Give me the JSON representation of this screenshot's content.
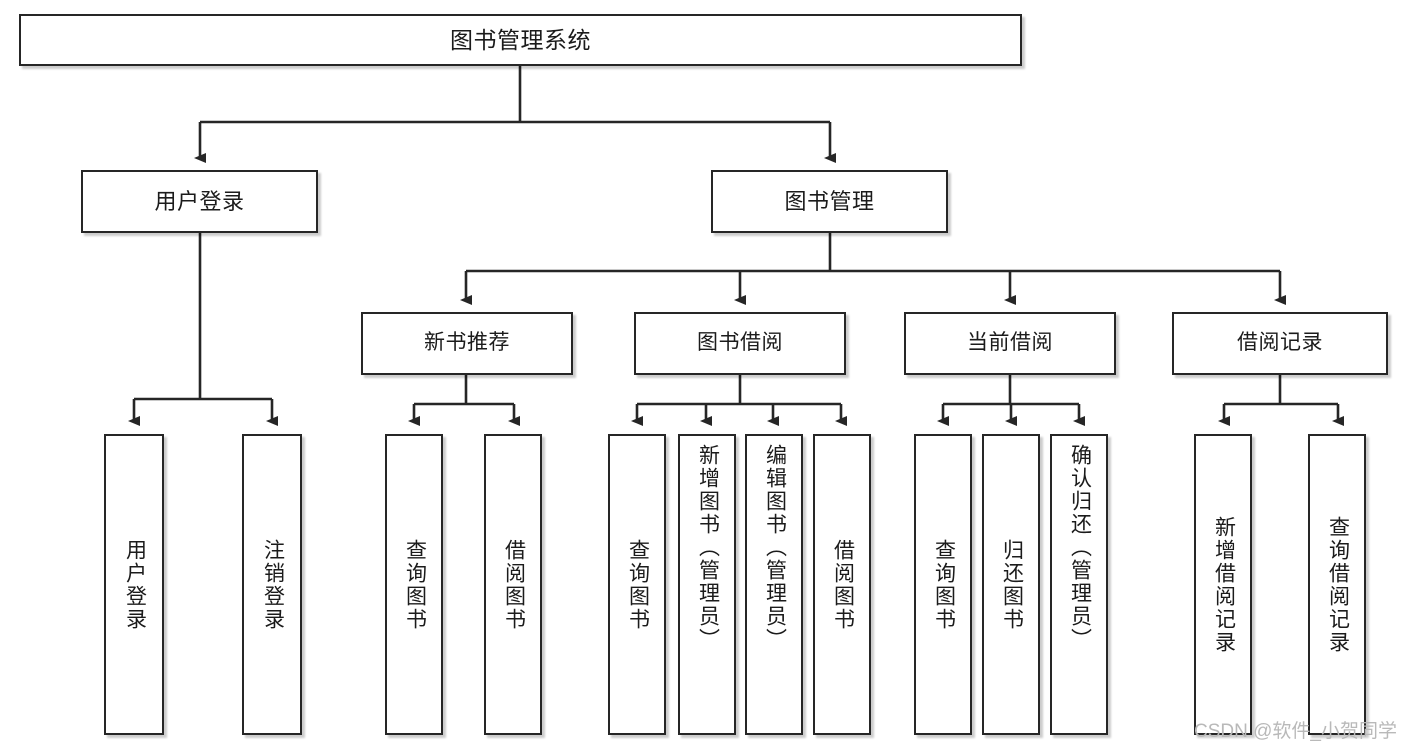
{
  "diagram": {
    "title": "图书管理系统",
    "watermark": "CSDN @软件_小贺同学",
    "root": {
      "label": "图书管理系统"
    },
    "level2": [
      {
        "label": "用户登录"
      },
      {
        "label": "图书管理"
      }
    ],
    "groups": [
      {
        "label": "新书推荐"
      },
      {
        "label": "图书借阅"
      },
      {
        "label": "当前借阅"
      },
      {
        "label": "借阅记录"
      }
    ],
    "leaves": {
      "user_login": [
        {
          "label": "用户登录"
        },
        {
          "label": "注销登录"
        }
      ],
      "new_book_recommend": [
        {
          "label": "查询图书"
        },
        {
          "label": "借阅图书"
        }
      ],
      "book_borrow": [
        {
          "label": "查询图书"
        },
        {
          "label": "新增图书（管理员）"
        },
        {
          "label": "编辑图书（管理员）"
        },
        {
          "label": "借阅图书"
        }
      ],
      "current_borrow": [
        {
          "label": "查询图书"
        },
        {
          "label": "归还图书"
        },
        {
          "label": "确认归还（管理员）"
        }
      ],
      "borrow_record": [
        {
          "label": "新增借阅记录"
        },
        {
          "label": "查询借阅记录"
        }
      ]
    },
    "colors": {
      "stroke": "#262626",
      "fill": "#ffffff",
      "text": "#1b1b1b",
      "watermark": "#b9b9b9"
    }
  }
}
